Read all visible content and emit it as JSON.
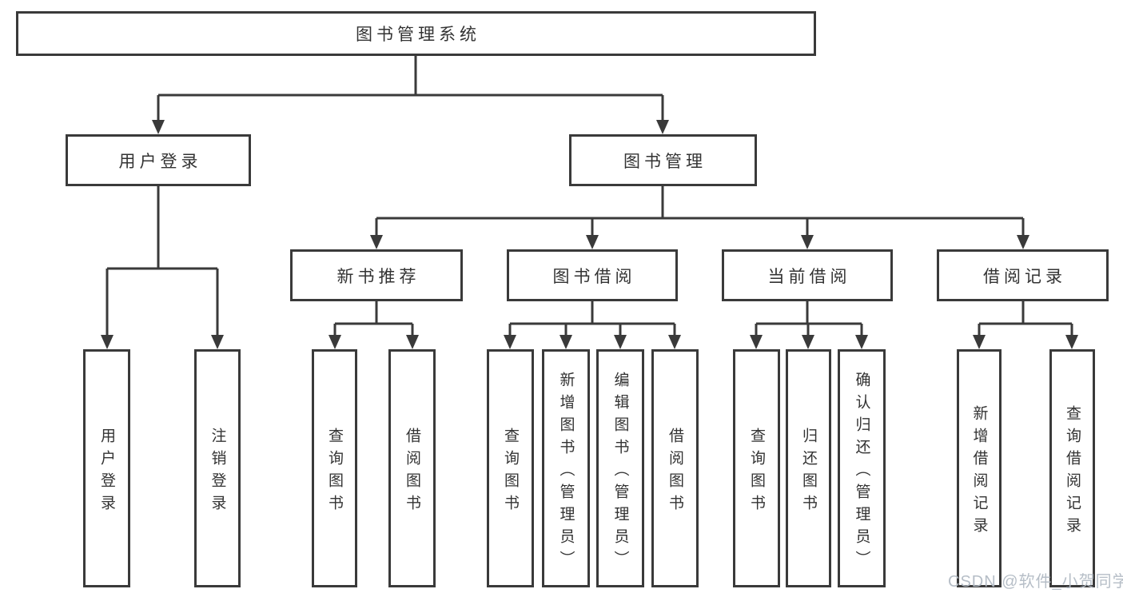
{
  "tree": {
    "root": "图书管理系统",
    "user_login": {
      "label": "用户登录",
      "children": [
        "用户登录",
        "注销登录"
      ]
    },
    "book_mgmt": {
      "label": "图书管理"
    },
    "new_book": {
      "label": "新书推荐",
      "children": [
        "查询图书",
        "借阅图书"
      ]
    },
    "book_borrow": {
      "label": "图书借阅",
      "children": [
        "查询图书",
        "新增图书（管理员）",
        "编辑图书（管理员）",
        "借阅图书"
      ]
    },
    "current_borrow": {
      "label": "当前借阅",
      "children": [
        "查询图书",
        "归还图书",
        "确认归还（管理员）"
      ]
    },
    "borrow_record": {
      "label": "借阅记录",
      "children": [
        "新增借阅记录",
        "查询借阅记录"
      ]
    }
  },
  "watermark": "CSDN @软件_小贺同学",
  "colors": {
    "line": "#3a3a3a",
    "text": "#333333",
    "watermark": "#b2bac4",
    "background": "#ffffff"
  }
}
